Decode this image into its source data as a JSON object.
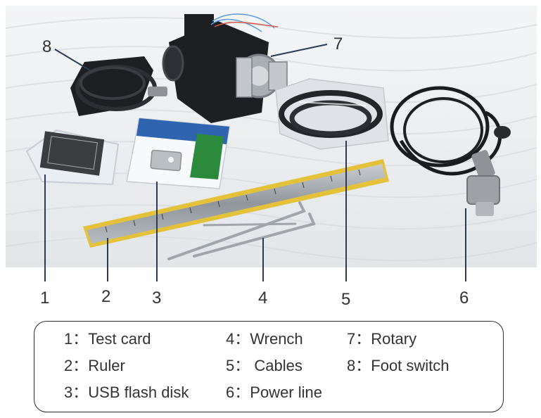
{
  "callouts": [
    "1",
    "2",
    "3",
    "4",
    "5",
    "6",
    "7",
    "8"
  ],
  "legend": {
    "items": [
      {
        "num": "1",
        "label": "Test card"
      },
      {
        "num": "2",
        "label": "Ruler"
      },
      {
        "num": "3",
        "label": "USB flash disk"
      },
      {
        "num": "4",
        "label": "Wrench"
      },
      {
        "num": "5",
        "label": " Cables"
      },
      {
        "num": "6",
        "label": "Power line"
      },
      {
        "num": "7",
        "label": "Rotary"
      },
      {
        "num": "8",
        "label": "Foot switch"
      }
    ],
    "separator": "："
  },
  "photo": {
    "colors": {
      "foam": "#eef0f2",
      "foam_shade": "#d9dde1",
      "black_part": "#1d1f22",
      "ruler_yellow": "#e3c23a",
      "ruler_steel": "#9ea3a8",
      "card_green": "#2c8a3c",
      "card_blue": "#2f64b0",
      "connector": "#8f9296",
      "leader_line": "#2a3b55"
    }
  }
}
